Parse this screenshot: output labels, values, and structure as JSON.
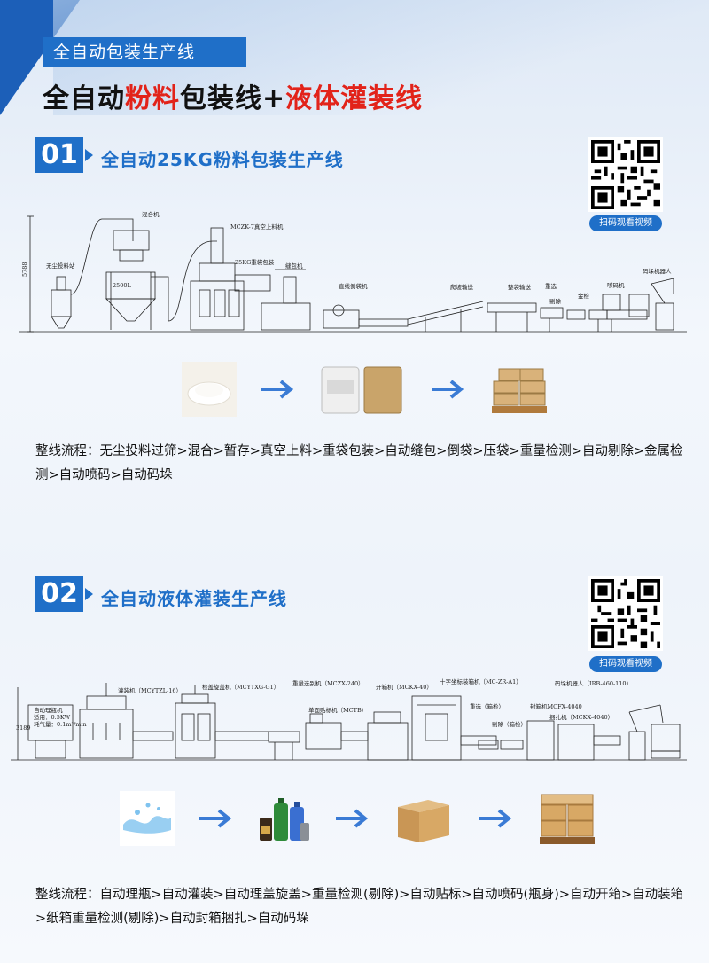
{
  "header": {
    "tag": "全自动包装生产线",
    "title_part1": "全自动",
    "title_part2": "粉料",
    "title_part3": "包装线+",
    "title_part4": "液体灌装线"
  },
  "section1": {
    "number": "01",
    "title": "全自动25KG粉料包装生产线",
    "qr_button": "扫码观看视频",
    "diagram_labels": {
      "height": "5788",
      "dust_feeder": "无尘投料站",
      "mixer": "混合机",
      "tank": "2500L",
      "vacuum_loader": "MCZK-7真空上料机",
      "bagger": "25KG重袋包装",
      "sewer": "缝包机",
      "turner": "直线倒袋机",
      "climb_conveyor": "爬坡输送",
      "press_conveyor": "整袋输送",
      "weigh": "重选",
      "reject": "剔除",
      "metal": "金检",
      "printer": "喷码机",
      "robot": "码垛机器人"
    },
    "flow": "整线流程：无尘投料过筛>混合>暂存>真空上料>重袋包装>自动缝包>倒袋>压袋>重量检测>自动剔除>金属检测>自动喷码>自动码垛"
  },
  "section2": {
    "number": "02",
    "title": "全自动液体灌装生产线",
    "qr_button": "扫码观看视频",
    "diagram_labels": {
      "height": "3189",
      "filler": "灌装机（MCYTZL-16）",
      "capper": "检盖旋盖机（MCYTXG-G1）",
      "weigh_reject": "重量选别机（MCZX-240）",
      "labeler": "单面贴标机（MCTB）",
      "case_erector": "开箱机（MCKX-40）",
      "case_packer": "十字坐标装箱机（MC-ZR-A1）",
      "weigh2": "重选（箱检）",
      "reject2": "剔除（箱检）",
      "sealer": "封箱机MCFX-4040",
      "strapper": "捆扎机（MCKX-4040）",
      "robot": "码垛机器人（IRB-460-110）",
      "spec1": "自动理瓶机",
      "spec2": "适用：0.5KW",
      "spec3": "耗气量：0.1m³/min"
    },
    "flow": "整线流程：自动理瓶>自动灌装>自动理盖旋盖>重量检测(剔除)>自动贴标>自动喷码(瓶身)>自动开箱>自动装箱>纸箱重量检测(剔除)>自动封箱捆扎>自动码垛"
  },
  "colors": {
    "accent": "#1f6fc8",
    "red": "#e2231a",
    "arrow": "#3a7bd5"
  }
}
